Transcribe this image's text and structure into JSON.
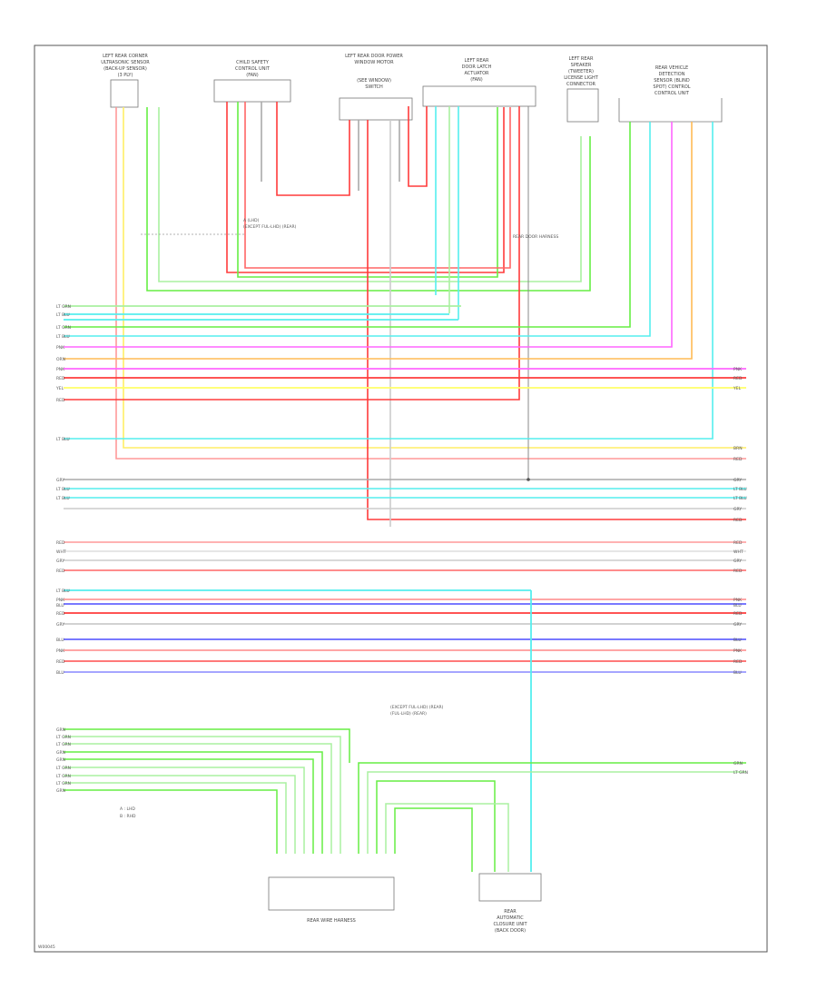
{
  "components": [
    {
      "id": "c1",
      "lines": [
        "LEFT REAR CORNER",
        "ULTRASONIC SENSOR",
        "(BACK-UP SENSOR)",
        "(3 PLY)"
      ]
    },
    {
      "id": "c2",
      "lines": [
        "CHILD SAFETY",
        "CONTROL UNIT",
        "(FAN)"
      ]
    },
    {
      "id": "c3",
      "lines": [
        "LEFT REAR DOOR POWER",
        "WINDOW MOTOR",
        "(SEE WINDOW)",
        "SWITCH"
      ]
    },
    {
      "id": "c4",
      "lines": [
        "LEFT REAR",
        "DOOR LATCH",
        "ACTUATOR",
        "(FAN)"
      ]
    },
    {
      "id": "c5",
      "lines": [
        "LEFT REAR",
        "SPEAKER",
        "(TWEETER)",
        "LICENSE LIGHT",
        "CONNECTOR"
      ]
    },
    {
      "id": "c6",
      "lines": [
        "REAR VEHICLE",
        "DETECTION",
        "SENSOR (BLIND",
        "SPOT) CONTROL",
        "CONTROL UNIT"
      ]
    }
  ],
  "bottom_components": [
    {
      "id": "b1",
      "lines": [
        "REAR WIRE HARNESS"
      ]
    },
    {
      "id": "b2",
      "lines": [
        "REAR",
        "AUTOMATIC",
        "CLOSURE UNIT",
        "(BACK DOOR)"
      ]
    }
  ],
  "notes": {
    "joint_left": [
      "A (LHD)",
      "(EXCEPT FUL-LHD) (REAR)"
    ],
    "joint_right": "REAR DOOR HARNESS",
    "harness_note": [
      "(EXCEPT FUL-LHD) (REAR)",
      "(FUL-LHD) (REAR)"
    ],
    "legend": [
      "A : LHD",
      "B : RHD"
    ],
    "footer_code": "W00045"
  },
  "bus_left_labels": [
    "LT GRN",
    "LT BLU",
    "LT GRN",
    "LT BLU",
    "PNK",
    "ORN",
    "PNK",
    "RED",
    "YEL",
    "RED"
  ],
  "bus_right_labels": [
    "PNK",
    "RED",
    "YEL"
  ],
  "mid_labels_left": [
    "LT BLU",
    "GRY",
    "LT BLU",
    "LT BLU",
    "RED",
    "WHT",
    "GRY",
    "RED"
  ],
  "mid_labels_right": [
    "BRN",
    "RED",
    "GRY",
    "LT BLU",
    "LT BLU",
    "GRY",
    "RED",
    "RED",
    "WHT",
    "GRY",
    "RED"
  ],
  "low_labels_left": [
    "LT BLU",
    "PNK",
    "BLU",
    "RED",
    "GRY",
    "BLU",
    "PNK",
    "RED",
    "BLU"
  ],
  "low_labels_right": [
    "PNK",
    "BLU",
    "RED",
    "GRY",
    "BLU",
    "PNK",
    "RED",
    "BLU"
  ],
  "green_labels_left": [
    "GRN",
    "LT GRN",
    "LT GRN",
    "GRN",
    "GRN",
    "LT GRN",
    "LT GRN",
    "LT GRN",
    "GRN"
  ],
  "green_labels_right": [
    "GRN",
    "LT GRN"
  ],
  "colors": {
    "red": "#ff3b3b",
    "pink": "#ff66ff",
    "yellow": "#ffff66",
    "green": "#66ee44",
    "ltgreen": "#aaf0a0",
    "cyan": "#55eeee",
    "orange": "#ffbb55",
    "blue": "#6666ff",
    "gray": "#aaaaaa",
    "lightred": "#ff9999",
    "frame": "#555555"
  }
}
